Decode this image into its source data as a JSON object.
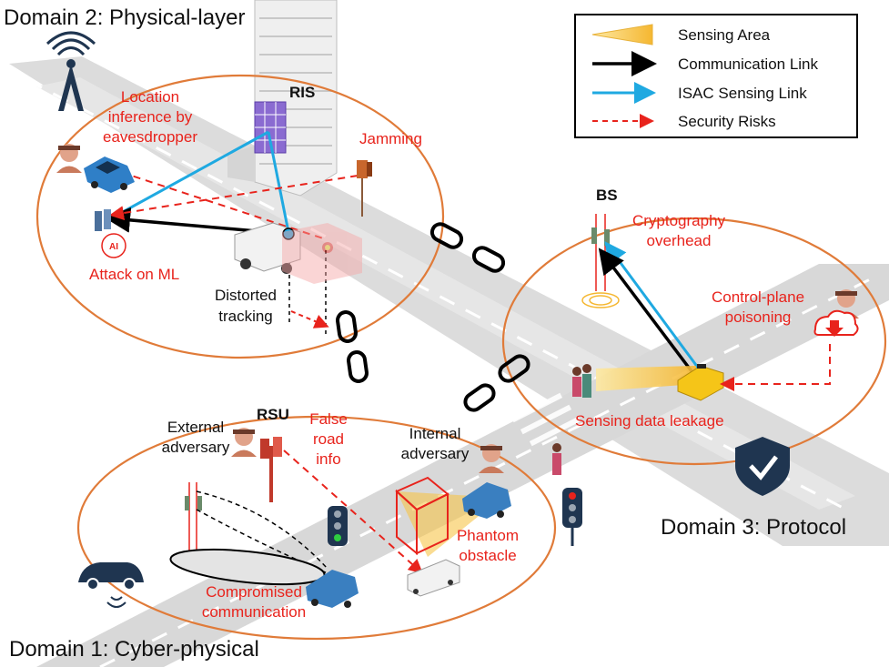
{
  "domains": {
    "physical": "Domain 2: Physical-layer",
    "protocol": "Domain 3: Protocol",
    "cyber": "Domain 1: Cyber-physical"
  },
  "legend": {
    "sensing_area": "Sensing Area",
    "communication_link": "Communication Link",
    "isac_sensing_link": "ISAC Sensing Link",
    "security_risks": "Security Risks"
  },
  "physical_layer": {
    "ris": "RIS",
    "location_inference": "Location\ninference by\neavesdropper",
    "jamming": "Jamming",
    "attack_on_ml": "Attack on ML",
    "distorted_tracking": "Distorted\ntracking"
  },
  "protocol_domain": {
    "bs": "BS",
    "cryptography_overhead": "Cryptography\noverhead",
    "control_plane_poisoning": "Control-plane\npoisoning",
    "sensing_data_leakage": "Sensing data leakage"
  },
  "cyber_domain": {
    "rsu": "RSU",
    "external_adversary": "External\nadversary",
    "false_road_info": "False\nroad\ninfo",
    "internal_adversary": "Internal\nadversary",
    "phantom_obstacle": "Phantom\nobstacle",
    "compromised_communication": "Compromised\ncommunication"
  },
  "colors": {
    "risk": "#e8231c",
    "isac": "#1fa9e1",
    "link": "#000000",
    "ellipse": "#e07b39",
    "sensing": "#f7c54a",
    "road": "#dcdcdc"
  }
}
